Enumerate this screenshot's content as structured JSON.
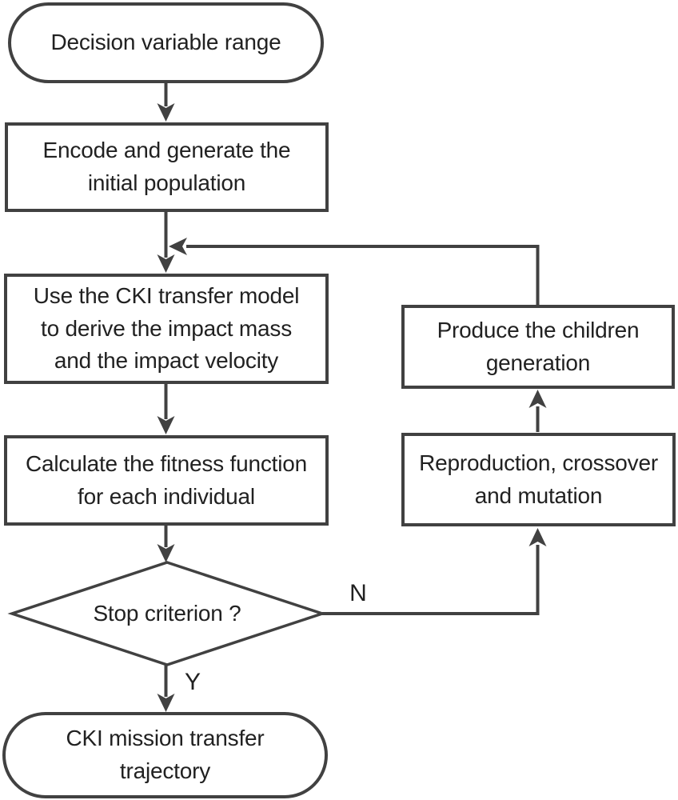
{
  "style": {
    "stroke_color": "#414141",
    "text_color": "#212121",
    "background_color": "#ffffff"
  },
  "nodes": {
    "start": {
      "shape": "stadium",
      "label": "Decision variable range"
    },
    "encode": {
      "shape": "rect",
      "label": "Encode and generate the\ninitial population"
    },
    "cki_model": {
      "shape": "rect",
      "label": "Use the CKI transfer model\nto derive the impact mass\nand the impact velocity"
    },
    "fitness": {
      "shape": "rect",
      "label": "Calculate the fitness function\nfor each individual"
    },
    "stop": {
      "shape": "diamond",
      "label": "Stop criterion ?"
    },
    "end": {
      "shape": "stadium",
      "label": "CKI mission transfer\ntrajectory"
    },
    "produce": {
      "shape": "rect",
      "label": "Produce the children\ngeneration"
    },
    "reproduction": {
      "shape": "rect",
      "label": "Reproduction, crossover\nand mutation"
    }
  },
  "edge_labels": {
    "no": "N",
    "yes": "Y"
  }
}
